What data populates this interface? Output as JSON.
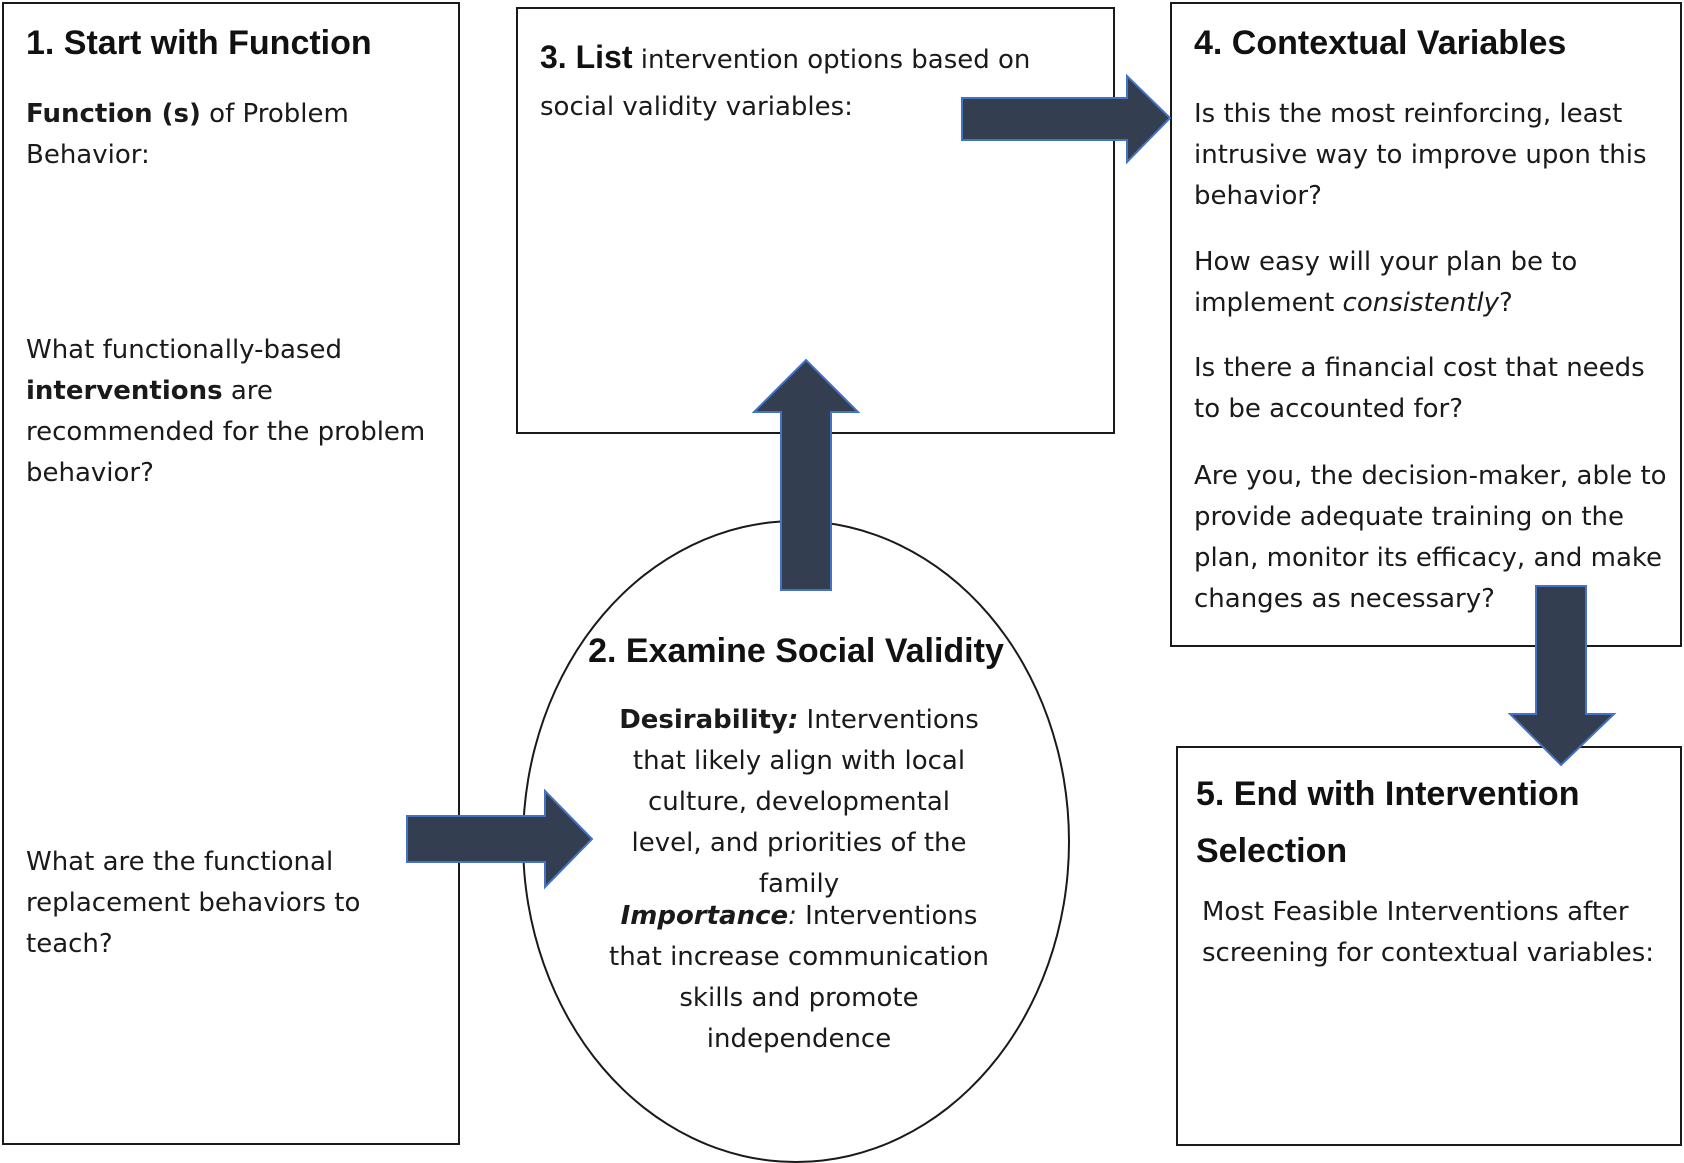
{
  "box1": {
    "title": "1.  Start with Function",
    "function_bold": "Function (s)",
    "function_rest": " of Problem Behavior:",
    "q2_pre": "What functionally-based ",
    "q2_bold": "interventions",
    "q2_post": " are recommended for the problem behavior?",
    "q3": "What are the functional replacement behaviors to teach?"
  },
  "box2": {
    "title": "2. Examine Social Validity",
    "desirability_label": "Desirability",
    "desirability_colon": ":",
    "desirability_text": " Interventions that likely align with local culture, developmental level, and priorities of the family",
    "importance_label": "Importance",
    "importance_colon": ":",
    "importance_text": " Interventions that increase communication skills and promote independence"
  },
  "box3": {
    "title_bold": "3. List",
    "title_rest": " intervention options based on social validity variables:"
  },
  "box4": {
    "title": "4. Contextual Variables",
    "q1": "Is this the most reinforcing, least intrusive way to improve upon this behavior?",
    "q2_pre": "How easy will your plan be to implement ",
    "q2_em": "consistently",
    "q2_post": "?",
    "q3": "Is there a financial cost that needs to be accounted for?",
    "q4": "Are you, the decision-maker, able to provide adequate training on the plan, monitor its efficacy, and make changes as necessary?"
  },
  "box5": {
    "title": "5. End with Intervention Selection",
    "text": "Most Feasible Interventions after screening for contextual variables:"
  },
  "colors": {
    "arrow_fill": "#333f50",
    "arrow_stroke": "#4472c4",
    "border": "#1a1a1a"
  }
}
